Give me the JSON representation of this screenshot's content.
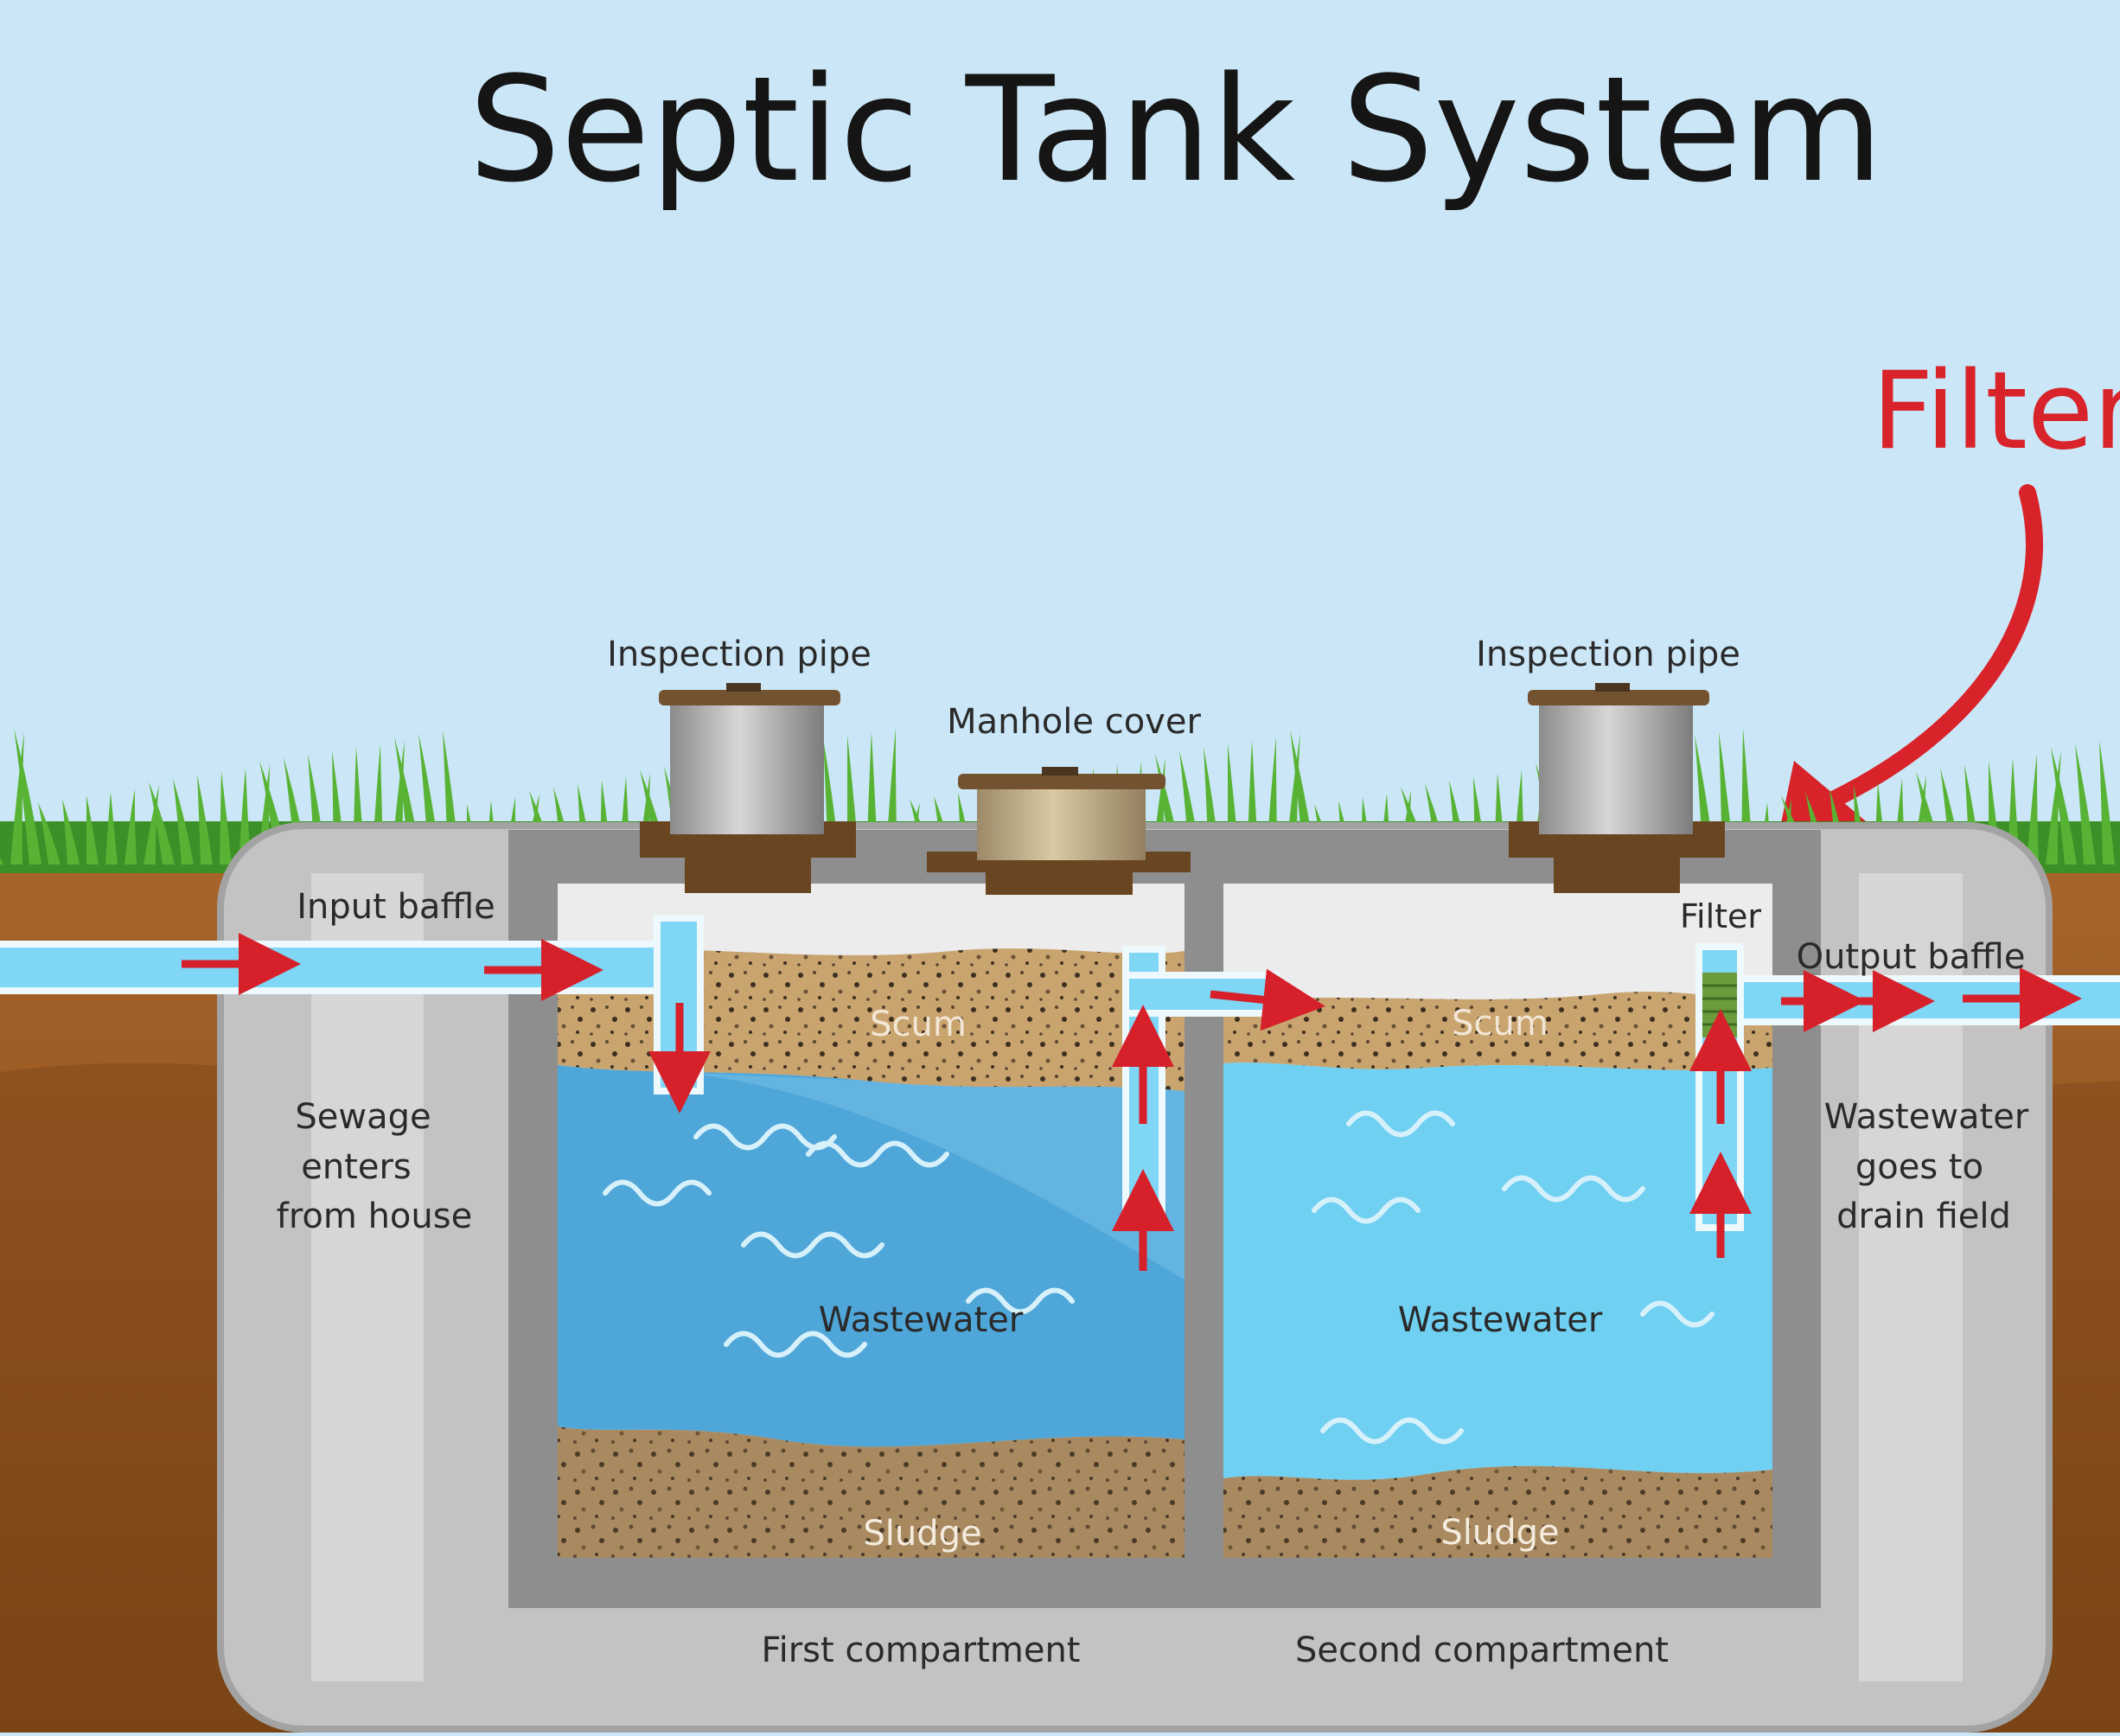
{
  "title": "Septic Tank System",
  "callout": "Filter",
  "labels": {
    "inspection_pipe_left": "Inspection pipe",
    "inspection_pipe_right": "Inspection pipe",
    "manhole_cover": "Manhole cover",
    "input_baffle": "Input baffle",
    "output_baffle": "Output baffle",
    "filter": "Filter",
    "sewage_enters": [
      "Sewage",
      "enters",
      "from house"
    ],
    "wastewater_goes": [
      "Wastewater",
      "goes to",
      "drain field"
    ],
    "scum_1": "Scum",
    "scum_2": "Scum",
    "wastewater_1": "Wastewater",
    "wastewater_2": "Wastewater",
    "sludge_1": "Sludge",
    "sludge_2": "Sludge",
    "first_compartment": "First compartment",
    "second_compartment": "Second compartment"
  },
  "colors": {
    "sky": "#cbe7f7",
    "grass": "#4aa52e",
    "soil": "#8f521d",
    "tank_concrete": "#c2c2c2",
    "wastewater_1": "#4fa6d8",
    "wastewater_2": "#6fd0f2",
    "scum": "#c6a06c",
    "sludge": "#a8875c",
    "pipe": "#7fd6f5",
    "flow_arrow": "#d6202a",
    "callout": "#d8232a"
  }
}
